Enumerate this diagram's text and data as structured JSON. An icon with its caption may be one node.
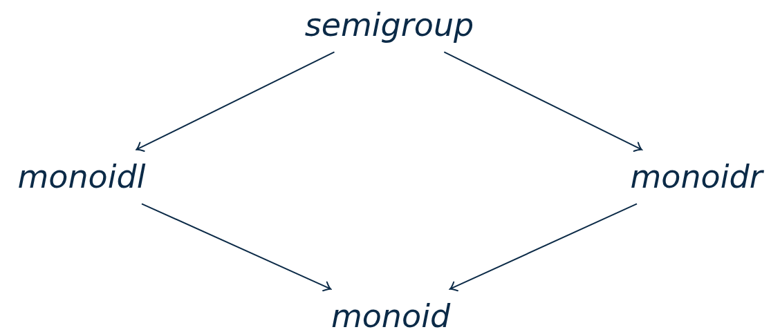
{
  "diagram": {
    "nodes": [
      {
        "text": [
          "semigroup"
        ]
      },
      {
        "text": [
          "monoidl"
        ]
      },
      {
        "text": [
          "monoidr"
        ]
      },
      {
        "text": [
          "monoid"
        ]
      }
    ],
    "edges": [
      {
        "from": 0,
        "to": 1,
        "arrow": "to"
      },
      {
        "from": 0,
        "to": 2,
        "arrow": "to"
      },
      {
        "from": 1,
        "to": 3,
        "arrow": "to"
      },
      {
        "from": 2,
        "to": 3,
        "arrow": "to"
      }
    ]
  }
}
